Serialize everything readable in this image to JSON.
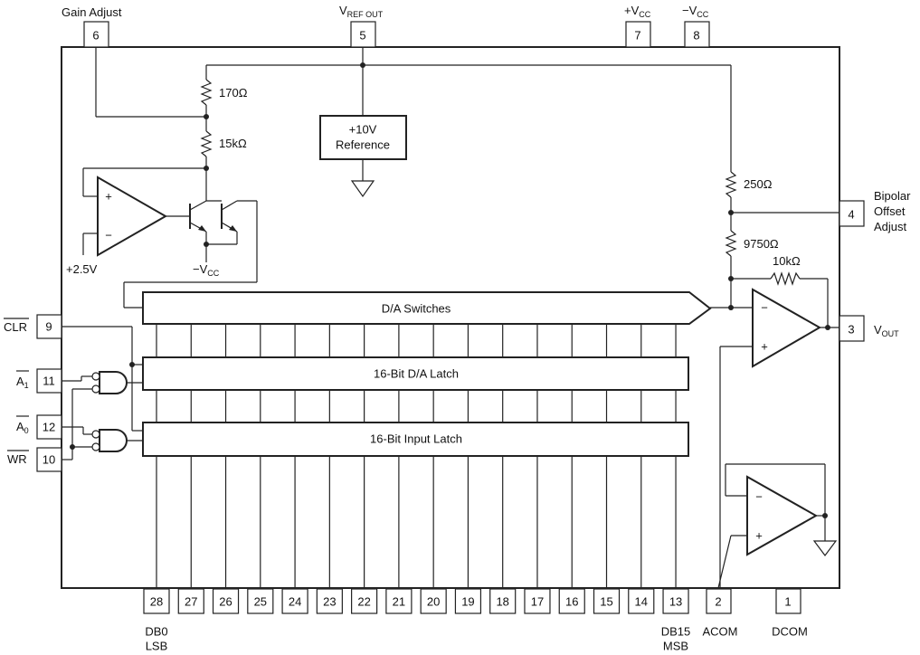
{
  "labels": {
    "gain_adjust": "Gain Adjust",
    "vref_out_main": "V",
    "vref_out_sub": "REF OUT",
    "vcc_pos_prefix": "+V",
    "vcc_pos_sub": "CC",
    "vcc_neg_prefix": "−V",
    "vcc_neg_sub": "CC",
    "r170": "170Ω",
    "r15k": "15kΩ",
    "r250": "250Ω",
    "r9750": "9750Ω",
    "r10k": "10kΩ",
    "ref_line1": "+10V",
    "ref_line2": "Reference",
    "plus_2v5": "+2.5V",
    "minus_vcc_prefix": "−V",
    "minus_vcc_sub": "CC",
    "bipolar_line1": "Bipolar",
    "bipolar_line2": "Offset",
    "bipolar_line3": "Adjust",
    "vout_main": "V",
    "vout_sub": "OUT",
    "da_switches": "D/A Switches",
    "da_latch": "16-Bit D/A Latch",
    "input_latch": "16-Bit Input Latch",
    "clr": "CLR",
    "a1_main": "A",
    "a1_sub": "1",
    "a0_main": "A",
    "a0_sub": "0",
    "wr": "WR",
    "db0": "DB0",
    "lsb": "LSB",
    "db15": "DB15",
    "msb": "MSB",
    "acom": "ACOM",
    "dcom": "DCOM",
    "opamp_plus": "+",
    "opamp_minus": "−"
  },
  "pins": {
    "p6": "6",
    "p5": "5",
    "p7": "7",
    "p8": "8",
    "p4": "4",
    "p3": "3",
    "p9": "9",
    "p11": "11",
    "p12": "12",
    "p10": "10",
    "p2": "2",
    "p1": "1"
  },
  "bottom_pins": [
    "28",
    "27",
    "26",
    "25",
    "24",
    "23",
    "22",
    "21",
    "20",
    "19",
    "18",
    "17",
    "16",
    "15",
    "14",
    "13"
  ]
}
